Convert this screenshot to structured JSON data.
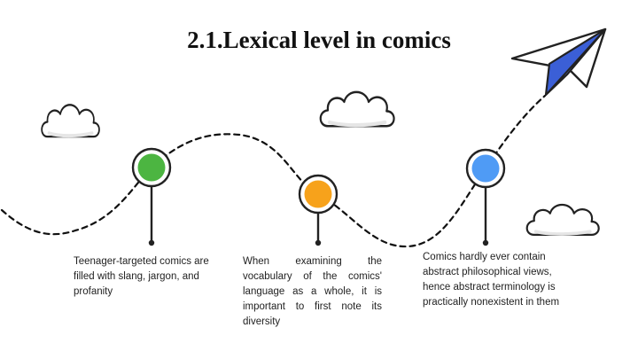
{
  "title": "2.1.Lexical level in comics",
  "colors": {
    "path": "#111111",
    "stroke": "#222222",
    "green": "#4cb541",
    "orange": "#f7a21b",
    "blue": "#4f9bf5",
    "plane_blue": "#3b5fd6",
    "cloud_shadow": "#e6e6e6"
  },
  "milestones": [
    {
      "color": "green",
      "text": "Teenager-targeted comics are filled with slang, jargon, and profanity"
    },
    {
      "color": "orange",
      "text": "When examining the vocabulary of the comics' language as a whole, it is important to first note its diversity"
    },
    {
      "color": "blue",
      "text": "Comics hardly ever contain abstract philosophical views, hence abstract terminology is practically nonexistent in them"
    }
  ],
  "icons": {
    "plane": "paper-plane-icon",
    "cloud": "cloud-icon"
  }
}
